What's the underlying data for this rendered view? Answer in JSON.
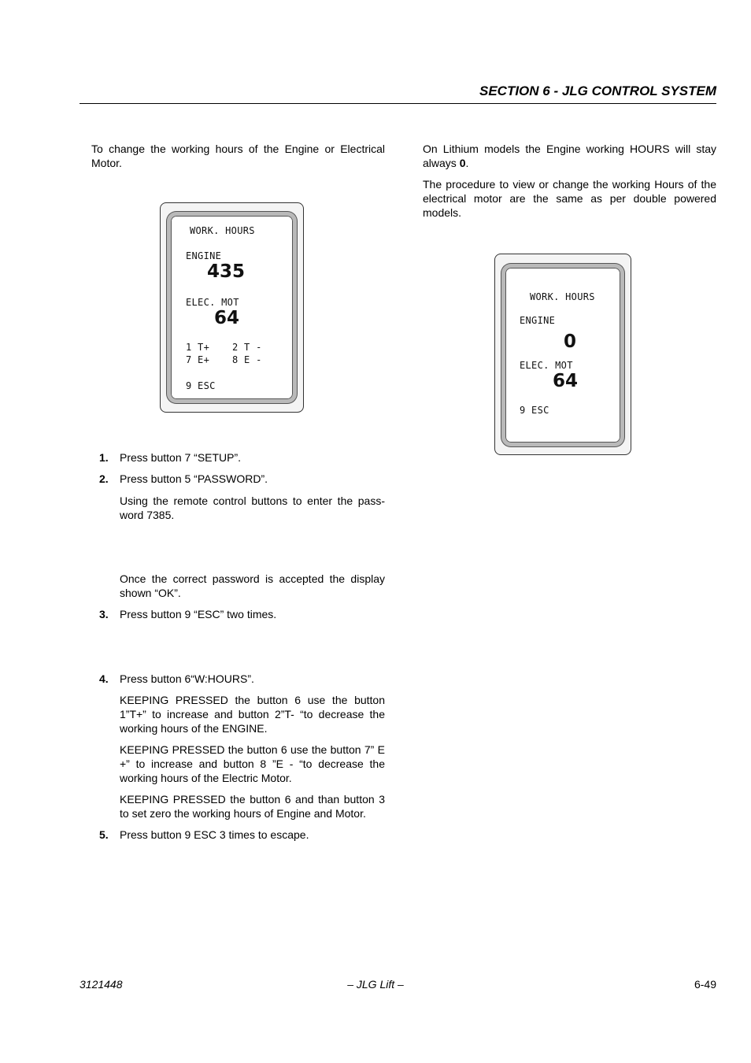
{
  "header": {
    "section_title": "SECTION 6 - JLG CONTROL SYSTEM"
  },
  "left": {
    "intro": "To change the working hours of the Engine or Electrical Motor.",
    "display1": {
      "title": "WORK. HOURS",
      "engine_label": "ENGINE",
      "engine_value": "435",
      "elec_label": "ELEC. MOT",
      "elec_value": "64",
      "key_1": "1 T+",
      "key_2": "2 T -",
      "key_7": "7 E+",
      "key_8": "8 E -",
      "esc": "9 ESC"
    },
    "steps": [
      {
        "num": "1.",
        "text": "Press button 7 “SETUP”."
      },
      {
        "num": "2.",
        "text": "Press button 5 “PASSWORD”."
      },
      {
        "num": "3.",
        "text": "Press button 9 “ESC” two times."
      },
      {
        "num": "4.",
        "text": "Press button 6“W:HOURS”."
      },
      {
        "num": "5.",
        "text": "Press button 9 ESC 3 times to escape."
      }
    ],
    "step2_sub1": "Using the remote control buttons to enter the pass-word 7385.",
    "step2_sub2": "Once the correct password is accepted the display shown “OK”.",
    "step4_sub1": "KEEPING PRESSED the button 6 use the button 1”T+” to increase and button 2”T- “to decrease the working hours of the ENGINE.",
    "step4_sub2": "KEEPING PRESSED the button 6 use the button 7” E +” to increase and button 8 ”E - “to decrease the working hours of the Electric Motor.",
    "step4_sub3": "KEEPING PRESSED the button 6 and than button 3 to set zero the working hours of Engine and Motor."
  },
  "right": {
    "para1_a": "On Lithium models the Engine working HOURS will stay always ",
    "para1_bold": "0",
    "para1_end": ".",
    "para2": "The procedure to view or change the working Hours of the electrical motor are the same as per double powered models.",
    "display2": {
      "title": "WORK. HOURS",
      "engine_label": "ENGINE",
      "engine_value": "0",
      "elec_label": "ELEC. MOT",
      "elec_value": "64",
      "esc": "9 ESC"
    }
  },
  "footer": {
    "doc_number": "3121448",
    "brand": "– JLG Lift –",
    "page": "6-49"
  }
}
